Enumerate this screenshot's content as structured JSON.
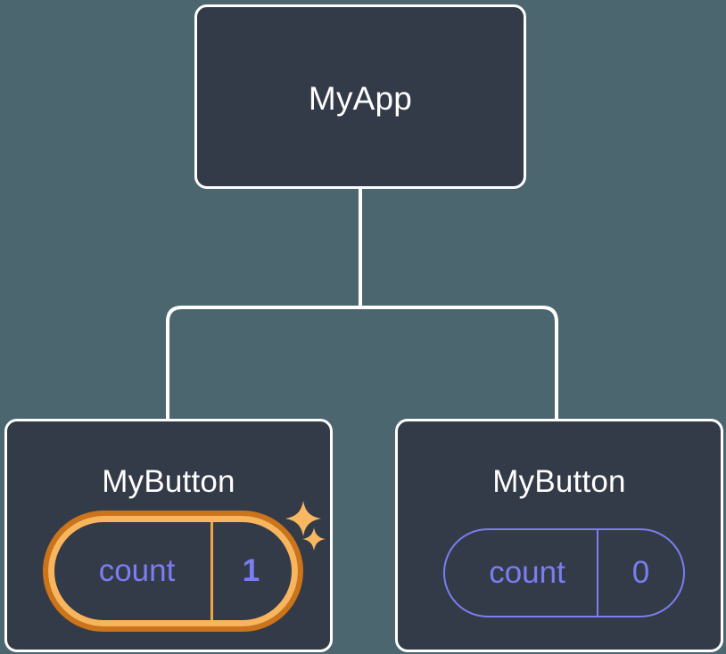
{
  "diagram": {
    "type": "component-tree",
    "background_color": "#4c666f",
    "node_fill_color": "#343b48",
    "node_border_color": "#ffffff",
    "connector_color": "#ffffff",
    "state_accent_color": "#7b7df0",
    "highlight_outer_ring_color": "#cb741a",
    "highlight_inner_ring_color": "#f8b55e",
    "sparkle_color": "#f8b761",
    "root": {
      "title": "MyApp"
    },
    "children": [
      {
        "title": "MyButton",
        "state": {
          "key": "count",
          "value": "1"
        },
        "highlighted": true,
        "sparkles": [
          {
            "name": "sparkle-large"
          },
          {
            "name": "sparkle-small"
          }
        ]
      },
      {
        "title": "MyButton",
        "state": {
          "key": "count",
          "value": "0"
        },
        "highlighted": false
      }
    ]
  }
}
